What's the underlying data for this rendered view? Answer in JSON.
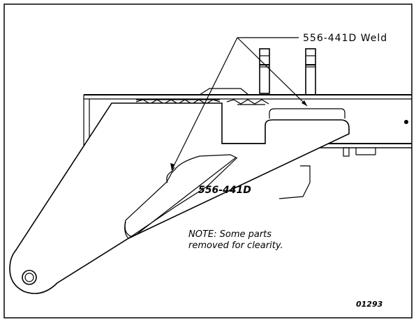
{
  "labels": {
    "weld_callout": "556-441D Weld",
    "part_number": "556-441D",
    "note_line1": "NOTE: Some parts",
    "note_line2": "removed for clearity.",
    "figure_number": "01293"
  },
  "colors": {
    "line": "#000000",
    "background": "#ffffff"
  }
}
